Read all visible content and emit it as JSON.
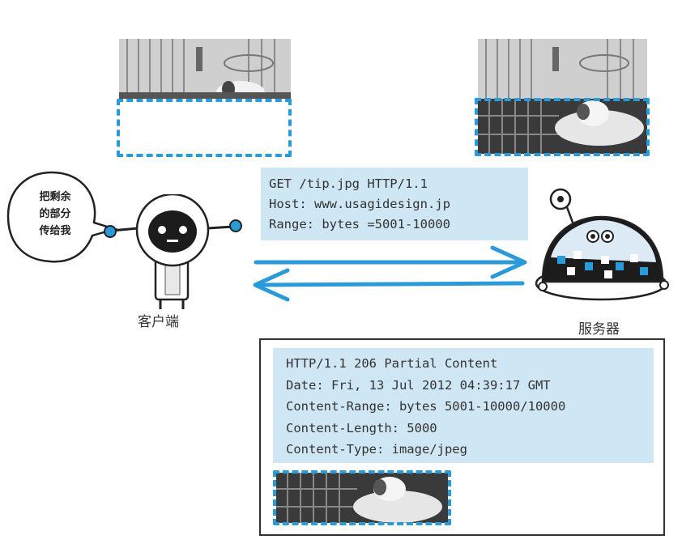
{
  "request": {
    "lines": [
      "GET /tip.jpg HTTP/1.1",
      "Host: www.usagidesign.jp",
      "Range: bytes =5001-10000"
    ]
  },
  "response": {
    "lines": [
      "HTTP/1.1 206 Partial Content",
      "Date: Fri, 13 Jul 2012 04:39:17 GMT",
      "Content-Range: bytes 5001-10000/10000",
      "Content-Length: 5000",
      "Content-Type: image/jpeg"
    ]
  },
  "client": {
    "label": "客户端",
    "speech": [
      "把剩余",
      "的部分",
      "传给我"
    ]
  },
  "server": {
    "label": "服务器"
  },
  "colors": {
    "accent": "#2b9ad8",
    "highlight_bg": "#cfe6f4",
    "text": "#333333"
  },
  "icons": {
    "client": "robot-icon",
    "server": "dome-robot-icon",
    "photo": "rabbit-photo"
  }
}
